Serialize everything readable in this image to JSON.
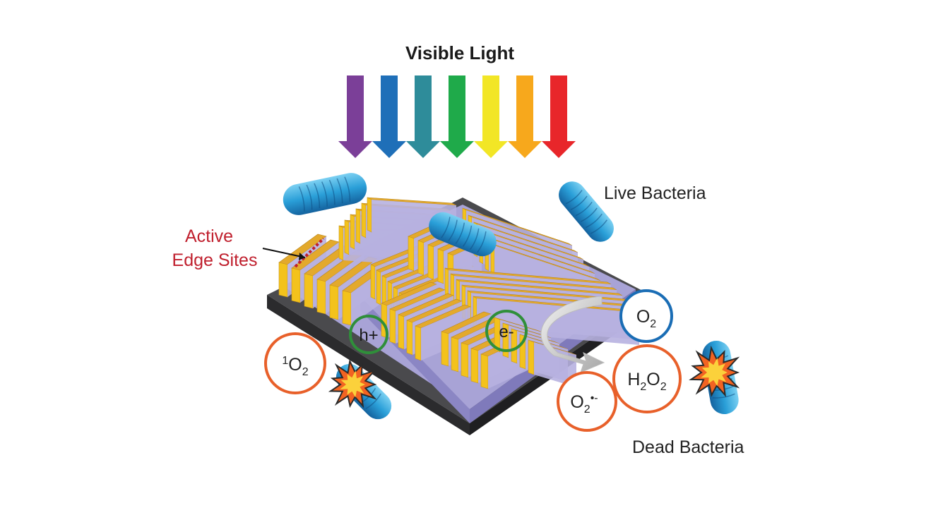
{
  "title": "Visible Light",
  "labels": {
    "live_bacteria": "Live Bacteria",
    "dead_bacteria": "Dead Bacteria",
    "active_edge_line1": "Active",
    "active_edge_line2": "Edge Sites"
  },
  "charges": {
    "hole": "h+",
    "electron": "e-"
  },
  "species": {
    "oxygen": {
      "base": "O",
      "sub": "2"
    },
    "singlet_oxygen": {
      "sup": "1",
      "base": "O",
      "sub": "2"
    },
    "hydrogen_peroxide": {
      "h": "H",
      "h_sub": "2",
      "o": "O",
      "o_sub": "2"
    },
    "superoxide": {
      "base": "O",
      "sub": "2",
      "sup": "•-"
    }
  },
  "colors": {
    "title": "#1a1a1a",
    "active_edge": "#c0202e",
    "text": "#222222",
    "spectrum": [
      "#7b3f98",
      "#1f6fb8",
      "#2e8c9a",
      "#1faa4a",
      "#f2e626",
      "#f7a81c",
      "#e8262a"
    ],
    "substrate": "#3a3a3c",
    "flake_top": "#e3a92c",
    "flake_side": "#f3c21c",
    "purple_base": "#a8a3d6",
    "bacteria": "#2a9fd8",
    "green_circle": "#2f8f3a",
    "blue_circle": "#1a6db5",
    "orange_circle": "#e8602a"
  },
  "icons": [
    "light-arrow-icon",
    "bacteria-icon",
    "explosion-icon",
    "reaction-arrow-icon"
  ]
}
